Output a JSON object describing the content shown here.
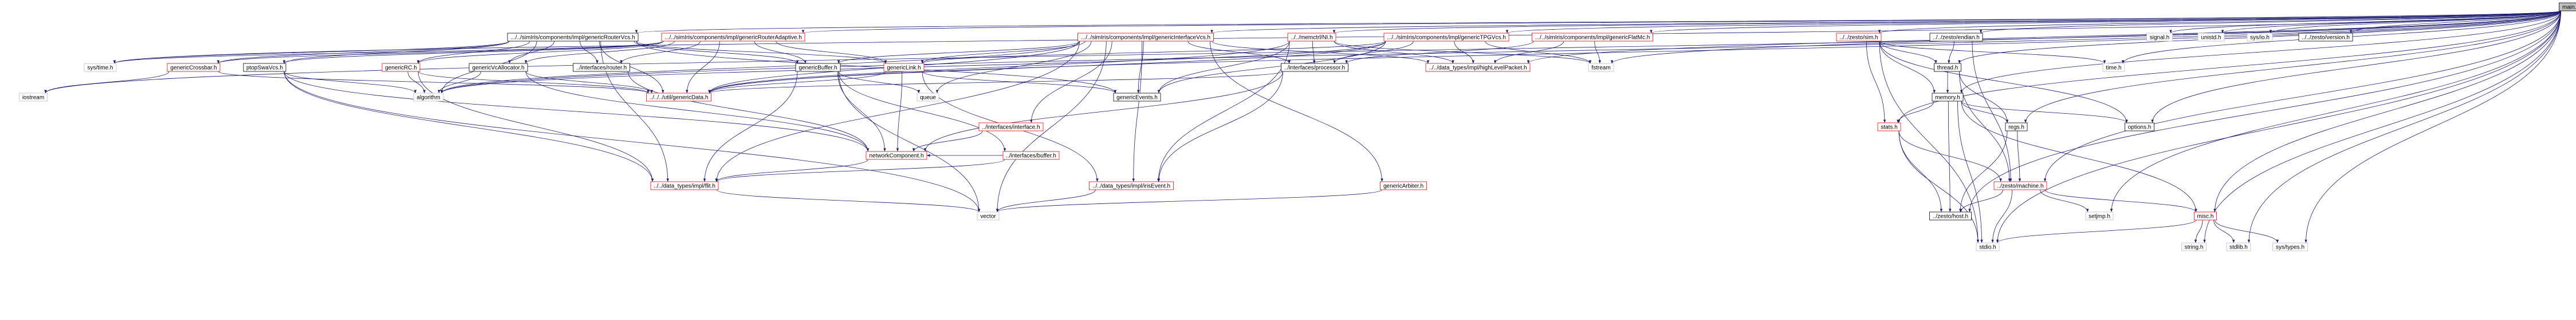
{
  "graph": {
    "type": "include-dependency-graph",
    "colors": {
      "edge": "#191970",
      "node_border_with_docs": "#000000",
      "node_border_without_docs": "#bfbfbf",
      "node_border_truncated": "#ff0000",
      "root_fill": "#bfbfbf",
      "node_fill": "#ffffff"
    },
    "nodes": [
      {
        "id": "main",
        "label": "main.h",
        "style": "root"
      },
      {
        "id": "genericRouterVcs",
        "label": ".../../simIris/components/impl/genericRouterVcs.h",
        "style": "doc"
      },
      {
        "id": "genericRouterAdaptive",
        "label": ".../../simIris/components/impl/genericRouterAdaptive.h",
        "style": "truncated"
      },
      {
        "id": "genericInterfaceVcs",
        "label": ".../../simIris/components/impl/genericInterfaceVcs.h",
        "style": "truncated"
      },
      {
        "id": "memctrlNI",
        "label": "../../memctrl/NI.h",
        "style": "truncated"
      },
      {
        "id": "genericTPGVcs",
        "label": ".../../simIris/components/impl/genericTPGVcs.h",
        "style": "truncated"
      },
      {
        "id": "genericFlatMc",
        "label": ".../../simIris/components/impl/genericFlatMc.h",
        "style": "truncated"
      },
      {
        "id": "zestoSim",
        "label": "../../zesto/sim.h",
        "style": "truncated"
      },
      {
        "id": "zestoEndian",
        "label": "../../zesto/endian.h",
        "style": "doc"
      },
      {
        "id": "signal",
        "label": "signal.h",
        "style": "nodoc"
      },
      {
        "id": "unistd",
        "label": "unistd.h",
        "style": "nodoc"
      },
      {
        "id": "sysio",
        "label": "sys/io.h",
        "style": "nodoc"
      },
      {
        "id": "zestoVersion",
        "label": "../../zesto/version.h",
        "style": "doc"
      },
      {
        "id": "systime",
        "label": "sys/time.h",
        "style": "nodoc"
      },
      {
        "id": "genericCrossbar",
        "label": "genericCrossbar.h",
        "style": "truncated"
      },
      {
        "id": "ptopSwaVcs",
        "label": "ptopSwaVcs.h",
        "style": "doc"
      },
      {
        "id": "genericRC",
        "label": "genericRC.h",
        "style": "truncated"
      },
      {
        "id": "genericVcAllocator",
        "label": "genericVcAllocator.h",
        "style": "doc"
      },
      {
        "id": "interfacesRouter",
        "label": "../interfaces/router.h",
        "style": "doc"
      },
      {
        "id": "genericBuffer",
        "label": "genericBuffer.h",
        "style": "doc"
      },
      {
        "id": "genericLink",
        "label": "genericLink.h",
        "style": "truncated"
      },
      {
        "id": "interfacesProcessor",
        "label": "../interfaces/processor.h",
        "style": "doc"
      },
      {
        "id": "highLevelPacket",
        "label": "../../data_types/impl/highLevelPacket.h",
        "style": "truncated"
      },
      {
        "id": "fstream",
        "label": "fstream",
        "style": "nodoc"
      },
      {
        "id": "thread",
        "label": "thread.h",
        "style": "doc"
      },
      {
        "id": "timeh",
        "label": "time.h",
        "style": "nodoc"
      },
      {
        "id": "iostream",
        "label": "iostream",
        "style": "nodoc"
      },
      {
        "id": "algorithm",
        "label": "algorithm",
        "style": "nodoc"
      },
      {
        "id": "genericData",
        "label": "../../../util/genericData.h",
        "style": "truncated"
      },
      {
        "id": "queue",
        "label": "queue",
        "style": "nodoc"
      },
      {
        "id": "genericEvents",
        "label": "genericEvents.h",
        "style": "doc"
      },
      {
        "id": "interfacesInterface",
        "label": "../interfaces/interface.h",
        "style": "truncated"
      },
      {
        "id": "interfacesBuffer",
        "label": "../interfaces/buffer.h",
        "style": "truncated"
      },
      {
        "id": "networkComponent",
        "label": "networkComponent.h",
        "style": "truncated"
      },
      {
        "id": "memory",
        "label": "memory.h",
        "style": "doc"
      },
      {
        "id": "regs",
        "label": "regs.h",
        "style": "doc"
      },
      {
        "id": "options",
        "label": "options.h",
        "style": "doc"
      },
      {
        "id": "stats",
        "label": "stats.h",
        "style": "truncated"
      },
      {
        "id": "flit",
        "label": "../../data_types/impl/flit.h",
        "style": "truncated"
      },
      {
        "id": "irisEvent",
        "label": "../../data_types/impl/irisEvent.h",
        "style": "truncated"
      },
      {
        "id": "genericArbiter",
        "label": "genericArbiter.h",
        "style": "truncated"
      },
      {
        "id": "vector",
        "label": "vector",
        "style": "nodoc"
      },
      {
        "id": "zestoMachine",
        "label": "../zesto/machine.h",
        "style": "truncated"
      },
      {
        "id": "zestoHost",
        "label": "../zesto/host.h",
        "style": "doc"
      },
      {
        "id": "setjmp",
        "label": "setjmp.h",
        "style": "nodoc"
      },
      {
        "id": "misc",
        "label": "misc.h",
        "style": "truncated"
      },
      {
        "id": "stdio",
        "label": "stdio.h",
        "style": "nodoc"
      },
      {
        "id": "string",
        "label": "string.h",
        "style": "nodoc"
      },
      {
        "id": "stdlib",
        "label": "stdlib.h",
        "style": "nodoc"
      },
      {
        "id": "systypes",
        "label": "sys/types.h",
        "style": "nodoc"
      }
    ],
    "edges": [
      [
        "main",
        "genericRouterVcs"
      ],
      [
        "main",
        "genericRouterAdaptive"
      ],
      [
        "main",
        "genericInterfaceVcs"
      ],
      [
        "main",
        "memctrlNI"
      ],
      [
        "main",
        "genericTPGVcs"
      ],
      [
        "main",
        "genericFlatMc"
      ],
      [
        "main",
        "zestoSim"
      ],
      [
        "main",
        "zestoEndian"
      ],
      [
        "main",
        "signal"
      ],
      [
        "main",
        "unistd"
      ],
      [
        "main",
        "sysio"
      ],
      [
        "main",
        "zestoVersion"
      ],
      [
        "main",
        "fstream"
      ],
      [
        "main",
        "systime"
      ],
      [
        "main",
        "iostream"
      ],
      [
        "main",
        "timeh"
      ],
      [
        "main",
        "thread"
      ],
      [
        "main",
        "memory"
      ],
      [
        "main",
        "regs"
      ],
      [
        "main",
        "options"
      ],
      [
        "main",
        "stats"
      ],
      [
        "main",
        "zestoMachine"
      ],
      [
        "main",
        "zestoHost"
      ],
      [
        "main",
        "misc"
      ],
      [
        "main",
        "stdio"
      ],
      [
        "main",
        "string"
      ],
      [
        "main",
        "stdlib"
      ],
      [
        "main",
        "systypes"
      ],
      [
        "main",
        "setjmp"
      ],
      [
        "main",
        "algorithm"
      ],
      [
        "main",
        "genericData"
      ],
      [
        "main",
        "highLevelPacket"
      ],
      [
        "genericRouterVcs",
        "systime"
      ],
      [
        "genericRouterVcs",
        "genericCrossbar"
      ],
      [
        "genericRouterVcs",
        "ptopSwaVcs"
      ],
      [
        "genericRouterVcs",
        "genericRC"
      ],
      [
        "genericRouterVcs",
        "genericVcAllocator"
      ],
      [
        "genericRouterVcs",
        "interfacesRouter"
      ],
      [
        "genericRouterVcs",
        "genericBuffer"
      ],
      [
        "genericRouterVcs",
        "genericLink"
      ],
      [
        "genericRouterVcs",
        "genericData"
      ],
      [
        "genericRouterVcs",
        "genericEvents"
      ],
      [
        "genericRouterVcs",
        "algorithm"
      ],
      [
        "genericRouterVcs",
        "flit"
      ],
      [
        "genericRouterAdaptive",
        "systime"
      ],
      [
        "genericRouterAdaptive",
        "genericCrossbar"
      ],
      [
        "genericRouterAdaptive",
        "ptopSwaVcs"
      ],
      [
        "genericRouterAdaptive",
        "genericRC"
      ],
      [
        "genericRouterAdaptive",
        "genericVcAllocator"
      ],
      [
        "genericRouterAdaptive",
        "interfacesRouter"
      ],
      [
        "genericRouterAdaptive",
        "genericBuffer"
      ],
      [
        "genericRouterAdaptive",
        "genericLink"
      ],
      [
        "genericRouterAdaptive",
        "genericData"
      ],
      [
        "genericInterfaceVcs",
        "genericBuffer"
      ],
      [
        "genericInterfaceVcs",
        "genericLink"
      ],
      [
        "genericInterfaceVcs",
        "interfacesInterface"
      ],
      [
        "genericInterfaceVcs",
        "genericData"
      ],
      [
        "genericInterfaceVcs",
        "genericEvents"
      ],
      [
        "genericInterfaceVcs",
        "flit"
      ],
      [
        "genericInterfaceVcs",
        "irisEvent"
      ],
      [
        "genericInterfaceVcs",
        "genericArbiter"
      ],
      [
        "genericInterfaceVcs",
        "algorithm"
      ],
      [
        "genericInterfaceVcs",
        "queue"
      ],
      [
        "genericInterfaceVcs",
        "vector"
      ],
      [
        "genericInterfaceVcs",
        "highLevelPacket"
      ],
      [
        "genericInterfaceVcs",
        "interfacesProcessor"
      ],
      [
        "memctrlNI",
        "interfacesProcessor"
      ],
      [
        "memctrlNI",
        "genericEvents"
      ],
      [
        "memctrlNI",
        "highLevelPacket"
      ],
      [
        "memctrlNI",
        "fstream"
      ],
      [
        "memctrlNI",
        "genericData"
      ],
      [
        "memctrlNI",
        "irisEvent"
      ],
      [
        "genericTPGVcs",
        "interfacesProcessor"
      ],
      [
        "genericTPGVcs",
        "highLevelPacket"
      ],
      [
        "genericTPGVcs",
        "genericLink"
      ],
      [
        "genericTPGVcs",
        "fstream"
      ],
      [
        "genericTPGVcs",
        "genericData"
      ],
      [
        "genericTPGVcs",
        "genericEvents"
      ],
      [
        "genericTPGVcs",
        "algorithm"
      ],
      [
        "genericFlatMc",
        "interfacesProcessor"
      ],
      [
        "genericFlatMc",
        "highLevelPacket"
      ],
      [
        "genericFlatMc",
        "fstream"
      ],
      [
        "zestoSim",
        "thread"
      ],
      [
        "zestoSim",
        "memory"
      ],
      [
        "zestoSim",
        "stats"
      ],
      [
        "zestoSim",
        "stdio"
      ],
      [
        "zestoSim",
        "timeh"
      ],
      [
        "zestoSim",
        "options"
      ],
      [
        "zestoEndian",
        "thread"
      ],
      [
        "zestoEndian",
        "zestoMachine"
      ],
      [
        "genericCrossbar",
        "iostream"
      ],
      [
        "genericCrossbar",
        "genericData"
      ],
      [
        "ptopSwaVcs",
        "flit"
      ],
      [
        "ptopSwaVcs",
        "networkComponent"
      ],
      [
        "ptopSwaVcs",
        "vector"
      ],
      [
        "ptopSwaVcs",
        "algorithm"
      ],
      [
        "genericRC",
        "genericData"
      ],
      [
        "genericRC",
        "algorithm"
      ],
      [
        "genericRC",
        "flit"
      ],
      [
        "genericVcAllocator",
        "networkComponent"
      ],
      [
        "genericVcAllocator",
        "genericData"
      ],
      [
        "genericVcAllocator",
        "algorithm"
      ],
      [
        "interfacesRouter",
        "networkComponent"
      ],
      [
        "genericBuffer",
        "flit"
      ],
      [
        "genericBuffer",
        "interfacesBuffer"
      ],
      [
        "genericBuffer",
        "vector"
      ],
      [
        "genericBuffer",
        "queue"
      ],
      [
        "genericBuffer",
        "networkComponent"
      ],
      [
        "genericLink",
        "genericData"
      ],
      [
        "genericLink",
        "networkComponent"
      ],
      [
        "genericLink",
        "genericEvents"
      ],
      [
        "genericLink",
        "irisEvent"
      ],
      [
        "interfacesProcessor",
        "networkComponent"
      ],
      [
        "interfacesProcessor",
        "irisEvent"
      ],
      [
        "interfacesProcessor",
        "genericData"
      ],
      [
        "interfacesInterface",
        "networkComponent"
      ],
      [
        "interfacesBuffer",
        "networkComponent"
      ],
      [
        "interfacesBuffer",
        "flit"
      ],
      [
        "networkComponent",
        "flit"
      ],
      [
        "flit",
        "vector"
      ],
      [
        "irisEvent",
        "vector"
      ],
      [
        "genericArbiter",
        "vector"
      ],
      [
        "thread",
        "regs"
      ],
      [
        "thread",
        "memory"
      ],
      [
        "thread",
        "zestoMachine"
      ],
      [
        "memory",
        "regs"
      ],
      [
        "memory",
        "options"
      ],
      [
        "memory",
        "stats"
      ],
      [
        "memory",
        "zestoHost"
      ],
      [
        "memory",
        "misc"
      ],
      [
        "memory",
        "stdio"
      ],
      [
        "regs",
        "zestoMachine"
      ],
      [
        "regs",
        "zestoHost"
      ],
      [
        "stats",
        "zestoMachine"
      ],
      [
        "stats",
        "zestoHost"
      ],
      [
        "stats",
        "stdio"
      ],
      [
        "zestoMachine",
        "zestoHost"
      ],
      [
        "zestoMachine",
        "setjmp"
      ],
      [
        "zestoMachine",
        "misc"
      ],
      [
        "zestoMachine",
        "stdio"
      ],
      [
        "misc",
        "stdio"
      ],
      [
        "misc",
        "string"
      ],
      [
        "misc",
        "stdlib"
      ],
      [
        "misc",
        "systypes"
      ]
    ]
  }
}
